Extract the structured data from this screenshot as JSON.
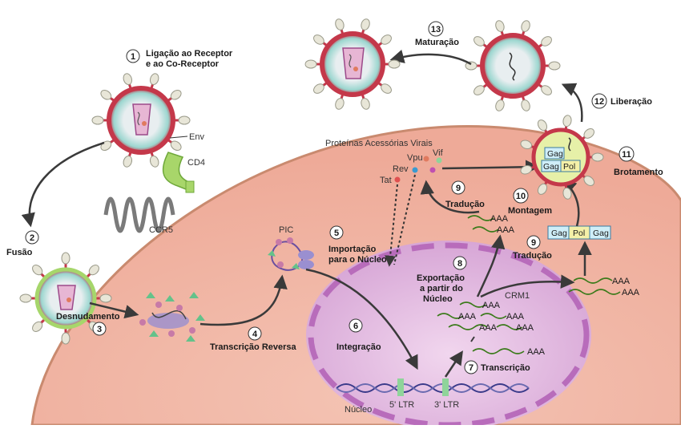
{
  "steps": {
    "s1_num": "1",
    "s1_line1": "Ligação ao Receptor",
    "s1_line2": "e ao Co-Receptor",
    "s2_num": "2",
    "s2_label": "Fusão",
    "s3_num": "3",
    "s3_label": "Desnudamento",
    "s4_num": "4",
    "s4_label": "Transcrição Reversa",
    "s5_num": "5",
    "s5_line1": "Importação",
    "s5_line2": "para o Núcleo",
    "s6_num": "6",
    "s6_label": "Integração",
    "s7_num": "7",
    "s7_label": "Transcrição",
    "s8_num": "8",
    "s8_line1": "Exportação",
    "s8_line2": "a partir do",
    "s8_line3": "Núcleo",
    "s9a_num": "9",
    "s9a_label": "Tradução",
    "s9b_num": "9",
    "s9b_label": "Tradução",
    "s10_num": "10",
    "s10_label": "Montagem",
    "s11_num": "11",
    "s11_label": "Brotamento",
    "s12_num": "12",
    "s12_label": "Liberação",
    "s13_num": "13",
    "s13_label": "Maturação"
  },
  "labels": {
    "env": "Env",
    "cd4": "CD4",
    "ccr5": "CCR5",
    "pic": "PIC",
    "accessory": "Proteínas Acessórias Virais",
    "vpu": "Vpu",
    "vif": "Vif",
    "rev": "Rev",
    "tat": "Tat",
    "crm1": "CRM1",
    "nucleus": "Núcleo",
    "ltr5": "5' LTR",
    "ltr3": "3' LTR"
  },
  "rna": {
    "aaa": "AAA"
  },
  "boxes": {
    "gag": "Gag",
    "pol": "Pol",
    "bud_gag1": "Gag",
    "bud_gag2": "Gag",
    "bud_pol": "Pol"
  },
  "colors": {
    "cell": "#f2b8a8",
    "cell_edge": "#c98a6f",
    "nucleus": "#dcaedb",
    "nuc_dash": "#b86cbb",
    "virion": "#c4384a",
    "spike": "#e8e6d8",
    "capsid": "#73c7bf",
    "arrow": "#3a3a3a",
    "rna": "#3a7a1a"
  }
}
